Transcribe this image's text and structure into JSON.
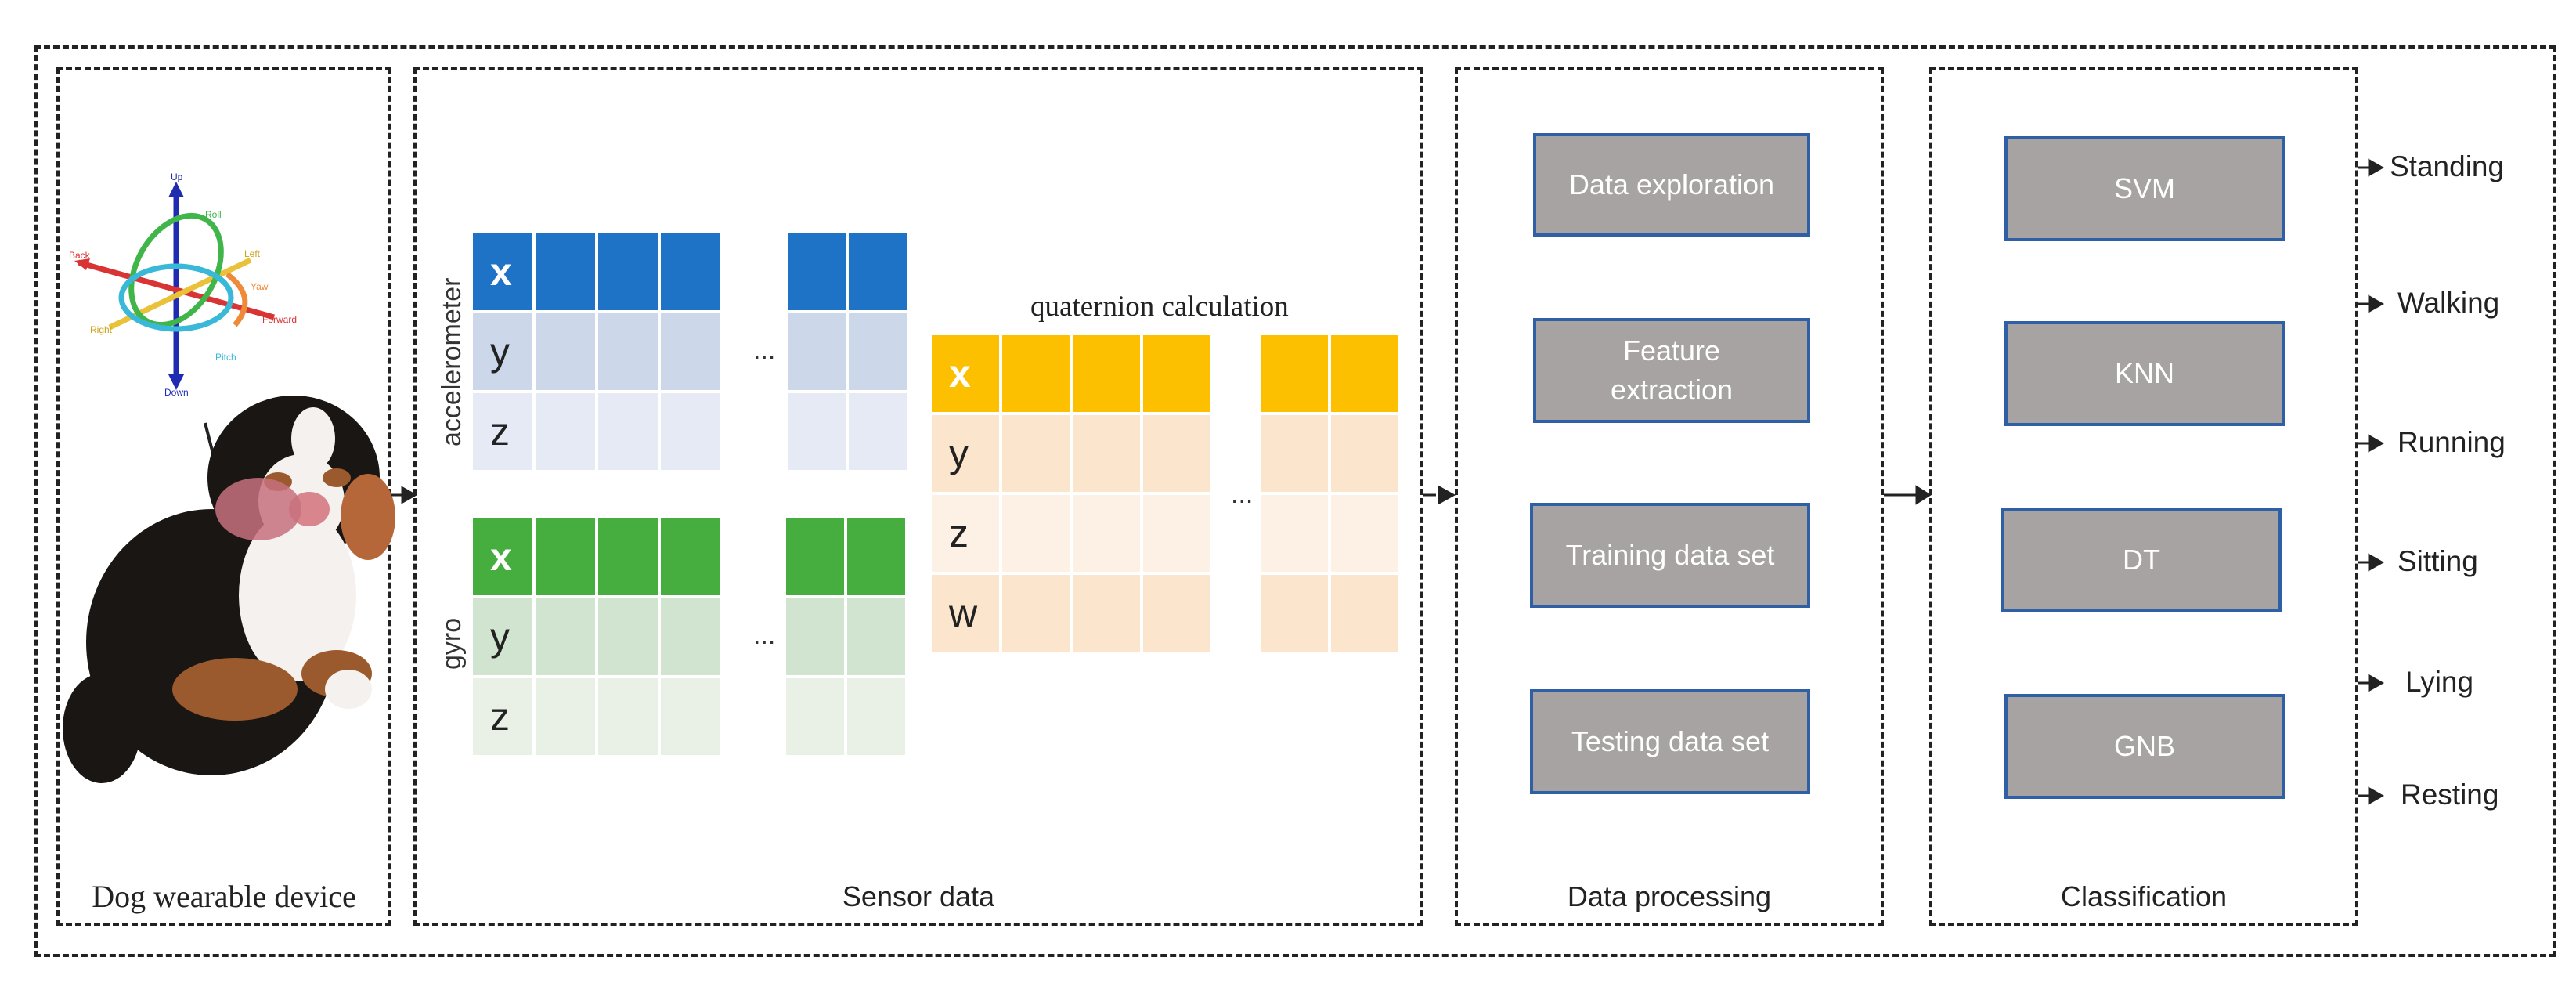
{
  "panels": {
    "device": "Dog wearable device",
    "sensor": "Sensor data",
    "processing": "Data processing",
    "classification": "Classification"
  },
  "sensor": {
    "accelerometer_label": "accelerometer",
    "gyro_label": "gyro",
    "quaternion_label": "quaternion calculation",
    "ellipsis": "...",
    "axes3": [
      "x",
      "y",
      "z"
    ],
    "axes4": [
      "x",
      "y",
      "z",
      "w"
    ]
  },
  "orientation": {
    "up": "Up",
    "down": "Down",
    "back": "Back",
    "forward": "Forward",
    "left": "Left",
    "right": "Right",
    "roll": "Roll",
    "pitch": "Pitch",
    "yaw": "Yaw"
  },
  "processing_steps": [
    "Data exploration",
    "Feature extraction",
    "Training data set",
    "Testing data set"
  ],
  "classifiers": [
    "SVM",
    "KNN",
    "DT",
    "GNB"
  ],
  "outputs": [
    "Standing",
    "Walking",
    "Running",
    "Sitting",
    "Lying",
    "Resting"
  ],
  "colors": {
    "accel_header": "#1f73c6",
    "accel_row1": "#ccd8ea",
    "accel_row2": "#e6eaf4",
    "gyro_header": "#45ae3f",
    "gyro_row1": "#d1e4cf",
    "gyro_row2": "#e9f1e7",
    "quat_header": "#fdc000",
    "quat_row1": "#fbe5cc",
    "quat_row2": "#fdf1e5",
    "box_fill": "#a8a3a3",
    "box_border": "#2f5fa4"
  }
}
